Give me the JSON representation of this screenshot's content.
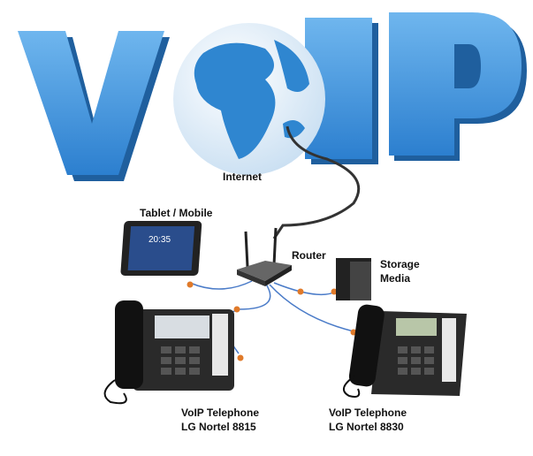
{
  "title": "VoIP",
  "colors": {
    "letter": "#3a8fd8",
    "letter_side": "#1f5f9e",
    "globe_ocean": "#2f86d0",
    "globe_land": "#eaf3fb",
    "cable": "#4a7bc8",
    "connector": "#e07a2a"
  },
  "labels": {
    "internet": "Internet",
    "tablet": "Tablet / Mobile",
    "router": "Router",
    "storage_line1": "Storage",
    "storage_line2": "Media",
    "phone1_line1": "VoIP Telephone",
    "phone1_line2": "LG Nortel 8815",
    "phone2_line1": "VoIP Telephone",
    "phone2_line2": "LG Nortel 8830"
  },
  "tablet_clock": "20:35"
}
